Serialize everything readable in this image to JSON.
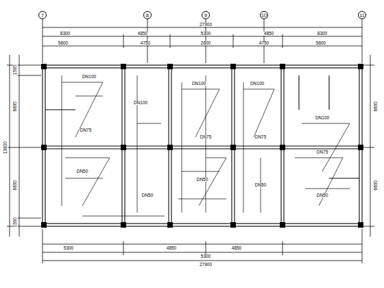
{
  "diagram": {
    "nodes": [
      {
        "text": [
          "7"
        ]
      },
      {
        "text": [
          "8"
        ]
      },
      {
        "text": [
          "9"
        ]
      },
      {
        "text": [
          "10"
        ]
      },
      {
        "text": [
          "11"
        ]
      }
    ],
    "labels": [
      "27900",
      "8300",
      "4850",
      "5300",
      "4850",
      "8300",
      "5600",
      "4750",
      "2600",
      "4750",
      "5600",
      "5300",
      "4850",
      "4850",
      "5300",
      "27900",
      "1500",
      "6600",
      "13800",
      "6600",
      "1500",
      "6600",
      "6600",
      "DN100",
      "DN75",
      "DN50",
      "DN100",
      "DN75",
      "DN50",
      "DN100",
      "DN75",
      "DN50",
      "DN100",
      "DN75",
      "DN50",
      "DN100",
      "DN50"
    ]
  }
}
